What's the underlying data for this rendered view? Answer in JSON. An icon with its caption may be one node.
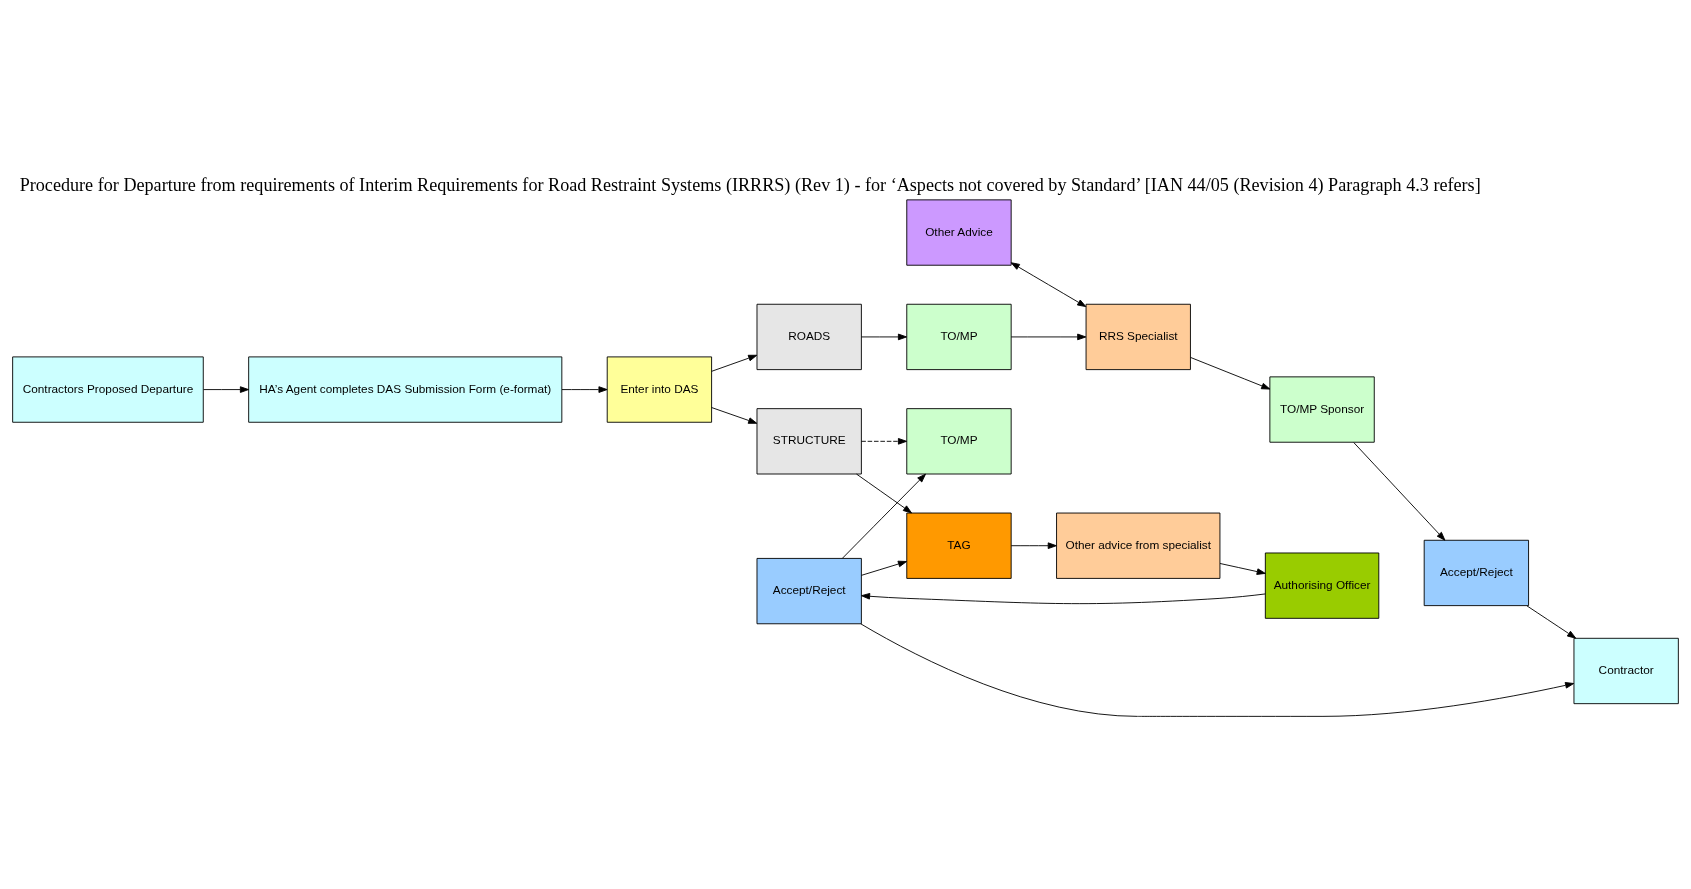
{
  "diagram": {
    "title": "Procedure for Departure from requirements of Interim Requirements for Road Restraint Systems (IRRRS) (Rev 1) - for ‘Aspects not covered by Standard’ [IAN 44/05 (Revision 4) Paragraph 4.3 refers]",
    "nodes": [
      {
        "text": [
          "Other Advice"
        ]
      },
      {
        "text": [
          "ROADS"
        ]
      },
      {
        "text": [
          "TO/MP"
        ]
      },
      {
        "text": [
          "RRS Specialist"
        ]
      },
      {
        "text": [
          "TO/MP Sponsor"
        ]
      },
      {
        "text": [
          "Contractors Proposed Departure"
        ]
      },
      {
        "text": [
          "HA’s Agent completes DAS Submission Form (e-format)"
        ]
      },
      {
        "text": [
          "Enter into DAS"
        ]
      },
      {
        "text": [
          "STRUCTURE"
        ]
      },
      {
        "text": [
          "TO/MP"
        ]
      },
      {
        "text": [
          "Accept/Reject"
        ]
      },
      {
        "text": [
          "TAG"
        ]
      },
      {
        "text": [
          "Accept/Reject"
        ]
      },
      {
        "text": [
          "Contractor"
        ]
      },
      {
        "text": [
          "Other advice from specialist"
        ]
      },
      {
        "text": [
          "Authorising Officer"
        ]
      }
    ],
    "edges": [
      {
        "from": 5,
        "to": 6,
        "arrow": "to"
      },
      {
        "from": 6,
        "to": 7,
        "arrow": "to"
      },
      {
        "from": 7,
        "to": 1,
        "arrow": "to"
      },
      {
        "from": 7,
        "to": 8,
        "arrow": "to"
      },
      {
        "from": 1,
        "to": 2,
        "arrow": "to"
      },
      {
        "from": 2,
        "to": 3,
        "arrow": "to"
      },
      {
        "from": 3,
        "to": 4,
        "arrow": "to"
      },
      {
        "from": 0,
        "to": 3,
        "arrow": "both"
      },
      {
        "from": 4,
        "to": 10,
        "arrow": "to"
      },
      {
        "from": 10,
        "to": 13,
        "arrow": "to"
      },
      {
        "from": 8,
        "to": 9,
        "arrow": "to",
        "style": "dashed"
      },
      {
        "from": 8,
        "to": 11,
        "arrow": "to"
      },
      {
        "from": 12,
        "to": 11,
        "arrow": "to"
      },
      {
        "from": 12,
        "to": 9,
        "arrow": "to"
      },
      {
        "from": 12,
        "to": 13,
        "arrow": "to"
      },
      {
        "from": 11,
        "to": 14,
        "arrow": "to"
      },
      {
        "from": 14,
        "to": 15,
        "arrow": "to"
      },
      {
        "from": 15,
        "to": 12,
        "arrow": "to"
      }
    ]
  }
}
